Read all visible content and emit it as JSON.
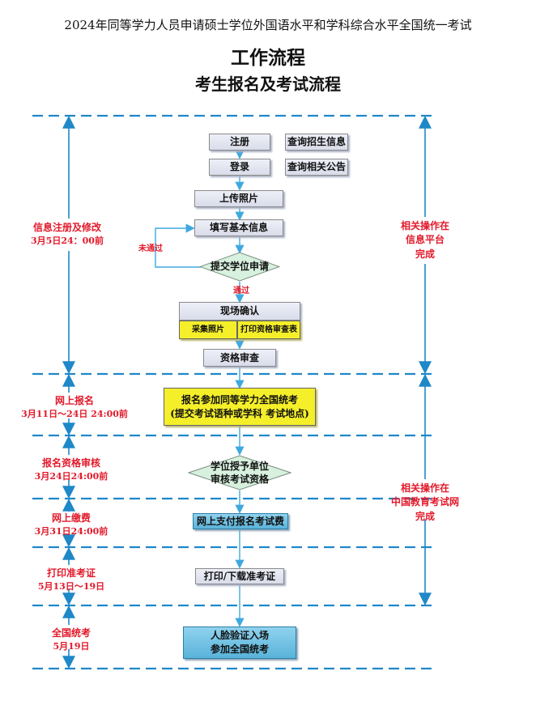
{
  "header": {
    "top_title": "2024年同等学力人员申请硕士学位外国语水平和学科综合水平全国统一考试",
    "main_title": "工作流程",
    "sub_title": "考生报名及考试流程"
  },
  "steps": {
    "register": "注册",
    "query_admission": "查询招生信息",
    "login": "登录",
    "query_notice": "查询相关公告",
    "upload_photo": "上传照片",
    "fill_info": "填写基本信息",
    "submit_application": "提交学位申请",
    "not_passed": "未通过",
    "passed": "通过",
    "onsite_confirm": "现场确认",
    "collect_photo": "采集照片",
    "print_form": "打印资格审查表",
    "qualification_review": "资格审查",
    "exam_signup_line1": "报名参加同等学力全国统考",
    "exam_signup_line2": "(提交考试语种或学科  考试地点)",
    "unit_review_line1": "学位授予单位",
    "unit_review_line2": "审核考试资格",
    "online_pay": "网上支付报名考试费",
    "print_ticket": "打印/下载准考证",
    "face_verify_line1": "人脸验证入场",
    "face_verify_line2": "参加全国统考"
  },
  "phases": {
    "info_register": {
      "name": "信息注册及修改",
      "deadline": "3月5日24：00前"
    },
    "online_signup": {
      "name": "网上报名",
      "deadline": "3月11日～24日  24:00前"
    },
    "signup_review": {
      "name": "报名资格审核",
      "deadline": "3月24日24:00前"
    },
    "online_payment": {
      "name": "网上缴费",
      "deadline": "3月31日24:00前"
    },
    "print_ticket": {
      "name": "打印准考证",
      "deadline": "5月13日～19日"
    },
    "national_exam": {
      "name": "全国统考",
      "deadline": "5月19日"
    }
  },
  "right_notes": {
    "info_platform": [
      "相关操作在",
      "信息平台",
      "完成"
    ],
    "exam_network": [
      "相关操作在",
      "中国教育考试网",
      "完成"
    ]
  },
  "colors": {
    "dashed_line": "#1e88c8",
    "flow_arrow": "#3fa9df",
    "red_label": "#e21a2b",
    "yellow_box": "#f5ef2a",
    "blue_box": "#59b3da",
    "diamond_fill": "#d8f0de"
  }
}
